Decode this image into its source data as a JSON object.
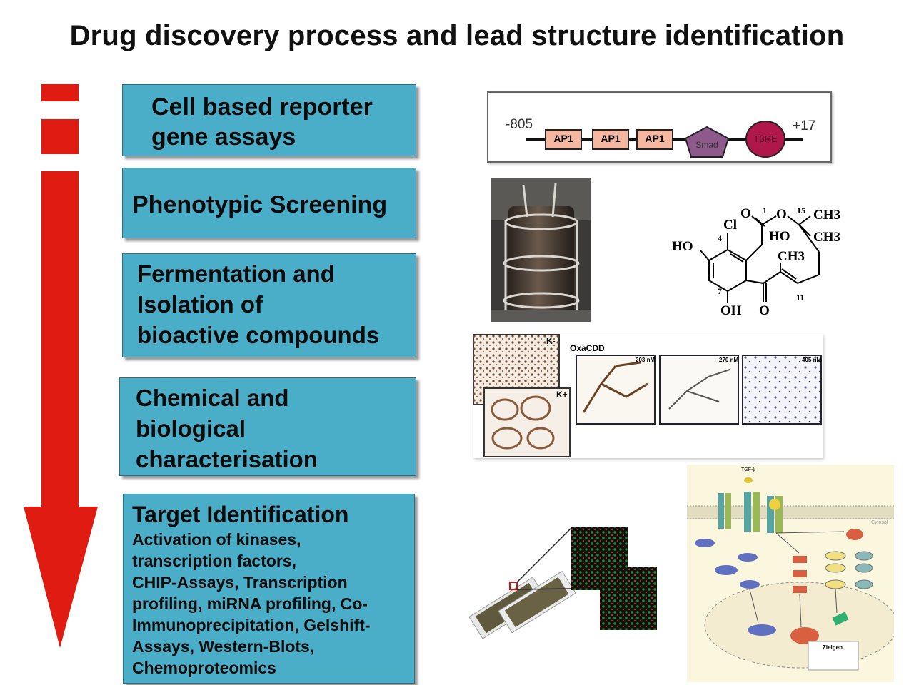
{
  "title": "Drug discovery process and lead structure identification",
  "colors": {
    "arrow": "#e01b12",
    "box": "#4aaec8",
    "box_border": "#2c6f82"
  },
  "steps": [
    {
      "text": "Cell based reporter\n gene assays"
    },
    {
      "text": "Phenotypic Screening"
    },
    {
      "text": "Fermentation and\nIsolation of\nbioactive compounds"
    },
    {
      "text": "Chemical and\nbiological\ncharacterisation"
    },
    {
      "heading": "Target Identification",
      "text": "Activation of kinases,\ntranscription factors,\nCHIP-Assays, Transcription\nprofiling, miRNA  profiling, Co-\nImmunoprecipitation, Gelshift-\nAssays, Western-Blots,\nChemoproteomics"
    }
  ],
  "promoter": {
    "left_label": "-805",
    "right_label": "+17",
    "elements": [
      "AP1",
      "AP1",
      "AP1",
      "Smad",
      "TβRE"
    ]
  },
  "molecule": {
    "labels": [
      "O",
      "1",
      "O",
      "15",
      "CH3",
      "Cl",
      "HO",
      "CH3",
      "4",
      "HO",
      "CH3",
      "7",
      "11",
      "OH",
      "O"
    ]
  },
  "micrographs": {
    "labels": [
      "K-",
      "K+",
      "OxaCDD",
      "203 nM",
      "270 nM",
      "405 nM"
    ]
  },
  "pathway": {
    "labels": [
      "TGF-β",
      "Cytosol",
      "Zielgen"
    ]
  }
}
